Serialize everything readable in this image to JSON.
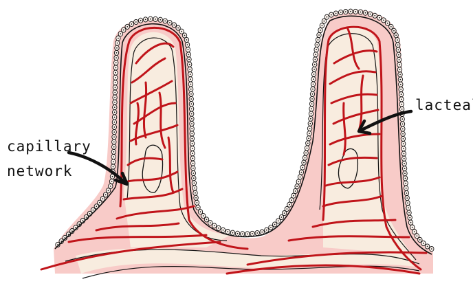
{
  "diagram": {
    "subject": "intestinal villi cross-section",
    "labels": {
      "capillary_line1": "capillary",
      "capillary_line2": "network",
      "lacteal": "lacteal"
    },
    "colors": {
      "epithelium_glow": "#f6b9b5",
      "tissue_fill": "#f8ecdf",
      "vessel": "#c0141a",
      "outline": "#111111",
      "cell_fill": "#fdf4ee"
    }
  }
}
